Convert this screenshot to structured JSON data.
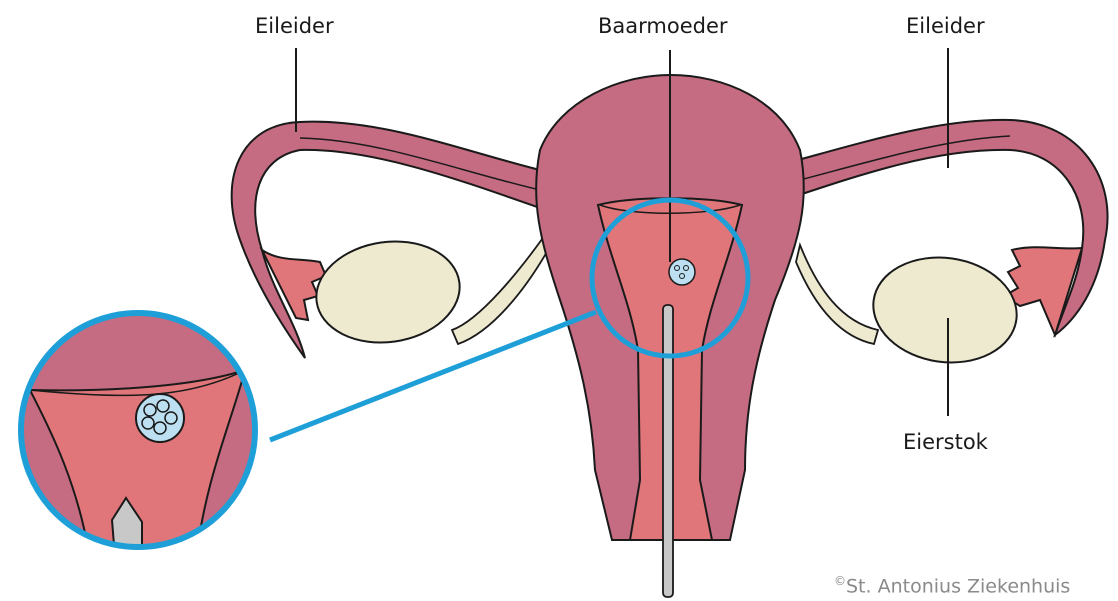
{
  "labels": {
    "left_tube": "Eileider",
    "uterus": "Baarmoeder",
    "right_tube": "Eileider",
    "ovary": "Eierstok"
  },
  "credit": {
    "symbol": "©",
    "text": "St. Antonius Ziekenhuis"
  },
  "colors": {
    "uterus_wall": "#c56b82",
    "uterus_inner": "#e1767a",
    "ovary": "#eeead0",
    "highlight_ring": "#1f9fd8",
    "embryo": "#bcdff1",
    "catheter": "#c8c8c8",
    "outline": "#1a1a1a"
  }
}
